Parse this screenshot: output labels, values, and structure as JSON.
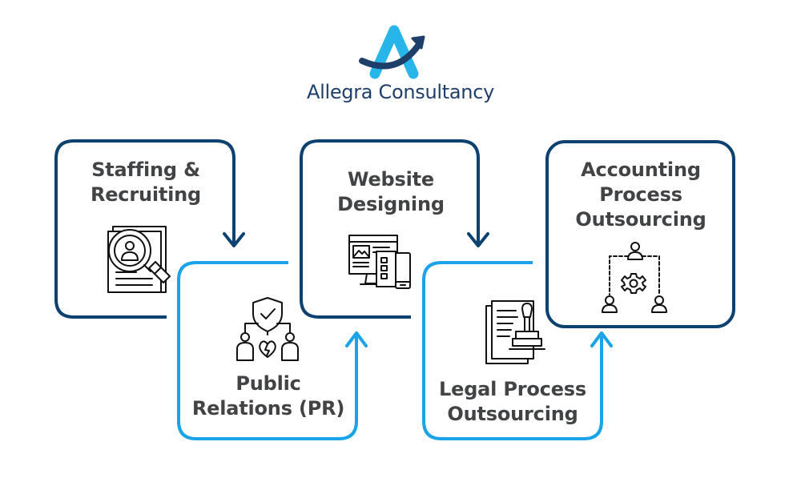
{
  "brand": {
    "name": "Allegra Consultancy",
    "colors": {
      "navy": "#0d4170",
      "light_blue": "#1aa3e8",
      "text": "#414345"
    }
  },
  "steps": [
    {
      "label_lines": [
        "Staffing &",
        "Recruiting"
      ],
      "icon": "magnifier-profile-icon"
    },
    {
      "label_lines": [
        "Public",
        "Relations (PR)"
      ],
      "icon": "team-shield-icon"
    },
    {
      "label_lines": [
        "Website",
        "Designing"
      ],
      "icon": "devices-icon"
    },
    {
      "label_lines": [
        "Legal Process",
        "Outsourcing"
      ],
      "icon": "document-stamp-icon"
    },
    {
      "label_lines": [
        "Accounting",
        "Process",
        "Outsourcing"
      ],
      "icon": "network-gear-icon"
    }
  ]
}
